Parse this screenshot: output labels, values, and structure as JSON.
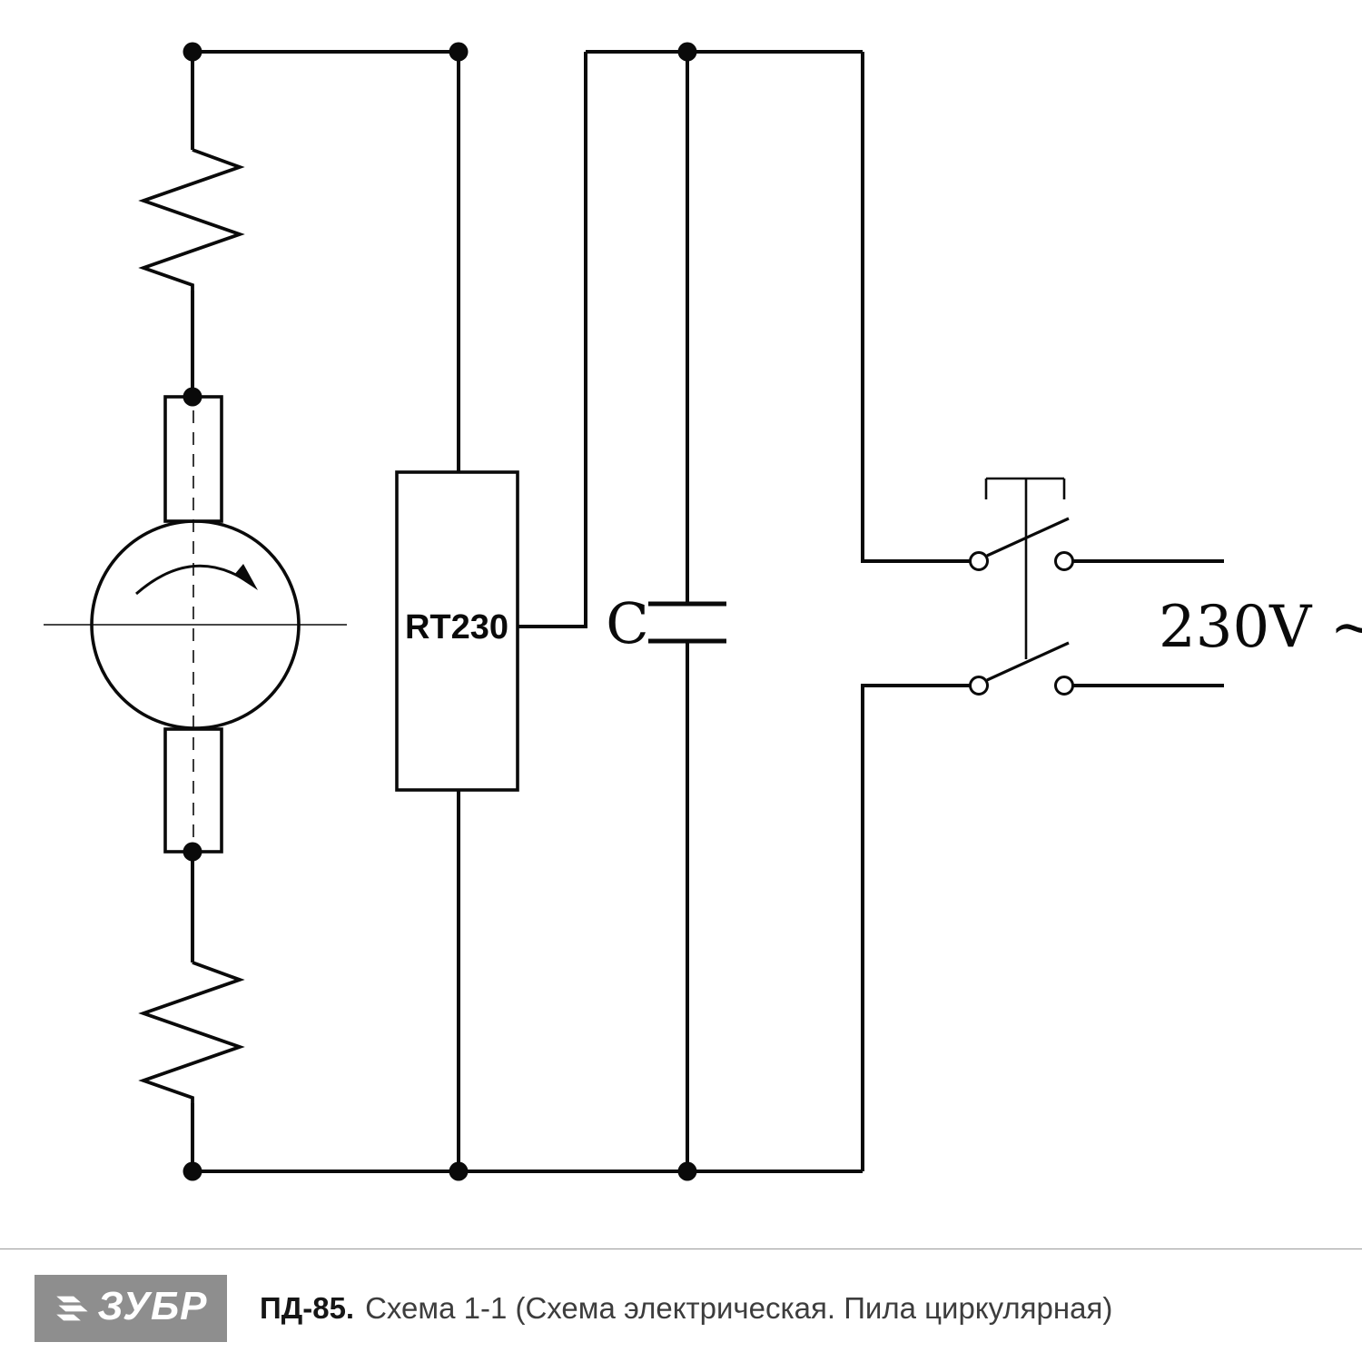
{
  "diagram": {
    "labels": {
      "thermal_protector": "RT230",
      "capacitor": "C",
      "voltage": "230V ~"
    }
  },
  "footer": {
    "brand": "ЗУБР",
    "model": "ПД-85.",
    "caption": "Схема 1-1 (Схема электрическая. Пила циркулярная)"
  }
}
